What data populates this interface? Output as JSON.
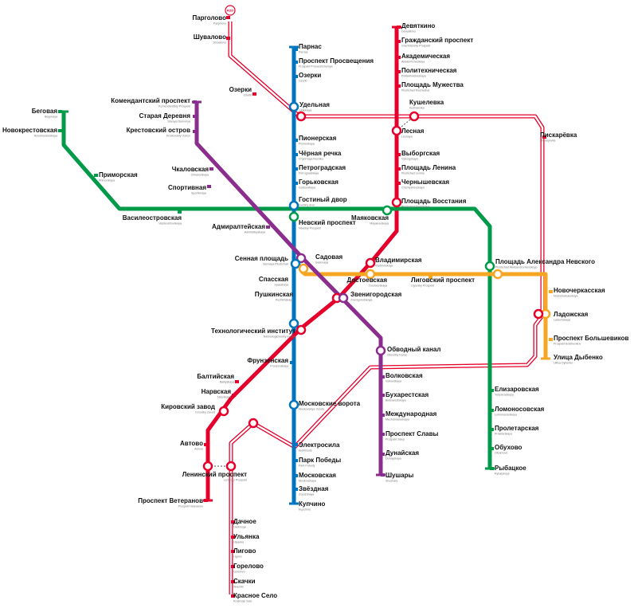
{
  "map": {
    "colors": {
      "line1": "#E4002B",
      "line2": "#0075BF",
      "line3": "#009A49",
      "line4": "#F5A623",
      "line5": "#8B2D8F",
      "rail": "#E4002B"
    },
    "lines": [
      {
        "id": "line1",
        "color": "#E4002B"
      },
      {
        "id": "line2",
        "color": "#0075BF"
      },
      {
        "id": "line3",
        "color": "#009A49"
      },
      {
        "id": "line4",
        "color": "#F5A623"
      },
      {
        "id": "line5",
        "color": "#8B2D8F"
      },
      {
        "id": "rail",
        "color": "#E4002B",
        "style": "outline"
      }
    ],
    "logo": {
      "text": "RZD",
      "icon": "rzd-logo-icon"
    },
    "stations": [
      {
        "name": "Парголово",
        "lat": "Pargolovo"
      },
      {
        "name": "Шувалово",
        "lat": "Shuvalovo"
      },
      {
        "name": "Озерки",
        "lat": "Ozerki"
      },
      {
        "name": "Парнас",
        "lat": "Parnas"
      },
      {
        "name": "Проспект Просвещения",
        "lat": "Prospekt Prosveshcheniya"
      },
      {
        "name": "Озерки",
        "lat": "Ozerki"
      },
      {
        "name": "Удельная",
        "lat": "Udelnaya"
      },
      {
        "name": "Пионерская",
        "lat": "Pionerskaya"
      },
      {
        "name": "Чёрная речка",
        "lat": "Chyornaya Rechka"
      },
      {
        "name": "Петроградская",
        "lat": "Petrogradskaya"
      },
      {
        "name": "Горьковская",
        "lat": "Gorkovskaya"
      },
      {
        "name": "Гостиный двор",
        "lat": "Gostiny dvor"
      },
      {
        "name": "Невский проспект",
        "lat": "Nevskiy Prospekt"
      },
      {
        "name": "Садовая",
        "lat": "Sadovaya"
      },
      {
        "name": "Сенная площадь",
        "lat": "Sennaya Ploshchad"
      },
      {
        "name": "Спасская",
        "lat": "Spasskaya"
      },
      {
        "name": "Пушкинская",
        "lat": "Pushkinskaya"
      },
      {
        "name": "Звенигородская",
        "lat": "Zvenigorodskaya"
      },
      {
        "name": "Технологический институт",
        "lat": "Tekhnologicheskiy Institut"
      },
      {
        "name": "Фрунзенская",
        "lat": "Frunzenskaya"
      },
      {
        "name": "Московские ворота",
        "lat": "Moskovskiye Vorota"
      },
      {
        "name": "Электросила",
        "lat": "Elektrosila"
      },
      {
        "name": "Парк Победы",
        "lat": "Park Pobedy"
      },
      {
        "name": "Московская",
        "lat": "Moskovskaya"
      },
      {
        "name": "Звёздная",
        "lat": "Zvyozdnaya"
      },
      {
        "name": "Купчино",
        "lat": "Kupchino"
      },
      {
        "name": "Девяткино",
        "lat": "Devyatkino"
      },
      {
        "name": "Гражданский проспект",
        "lat": "Grazhdansky Prospekt"
      },
      {
        "name": "Академическая",
        "lat": "Akademicheskaya"
      },
      {
        "name": "Политехническая",
        "lat": "Politekhnicheskaya"
      },
      {
        "name": "Площадь Мужества",
        "lat": "Ploshchad Muzhestva"
      },
      {
        "name": "Кушелевка",
        "lat": "Kushelevka"
      },
      {
        "name": "Лесная",
        "lat": "Lesnaya"
      },
      {
        "name": "Выборгская",
        "lat": "Vyborgskaya"
      },
      {
        "name": "Площадь Ленина",
        "lat": "Ploshchad Lenina"
      },
      {
        "name": "Чернышевская",
        "lat": "Chernyshevskaya"
      },
      {
        "name": "Площадь Восстания",
        "lat": "Ploshchad Vosstaniya"
      },
      {
        "name": "Маяковская",
        "lat": "Mayakovskaya"
      },
      {
        "name": "Владимирская",
        "lat": "Vladimirskaya"
      },
      {
        "name": "Достоевская",
        "lat": "Dostoevskaya"
      },
      {
        "name": "Лиговский проспект",
        "lat": "Ligovsky Prospekt"
      },
      {
        "name": "Пискарёвка",
        "lat": "Piskaryovka"
      },
      {
        "name": "Площадь Александра Невского",
        "lat": "Ploshchad Aleksandra Nevskogo"
      },
      {
        "name": "Новочеркасская",
        "lat": "Novocherkasskaya"
      },
      {
        "name": "Ладожская",
        "lat": "Ladozhskaya"
      },
      {
        "name": "Проспект Большевиков",
        "lat": "Prospekt Bolshevikov"
      },
      {
        "name": "Улица Дыбенко",
        "lat": "Ulitsa Dybenko"
      },
      {
        "name": "Беговая",
        "lat": "Begovaya"
      },
      {
        "name": "Новокрестовская",
        "lat": "Novokrestovskaya"
      },
      {
        "name": "Приморская",
        "lat": "Primorskaya"
      },
      {
        "name": "Василеостровская",
        "lat": "Vasileostrovskaya"
      },
      {
        "name": "Комендантский проспект",
        "lat": "Komendantskiy Prospekt"
      },
      {
        "name": "Старая Деревня",
        "lat": "Staraya Derevnya"
      },
      {
        "name": "Крестовский остров",
        "lat": "Krestovskiy Ostrov"
      },
      {
        "name": "Чкаловская",
        "lat": "Chkalovskaya"
      },
      {
        "name": "Спортивная",
        "lat": "Sportivnaya"
      },
      {
        "name": "Адмиралтейская",
        "lat": "Admiralteyskaya"
      },
      {
        "name": "Обводный канал",
        "lat": "Obvodny Kanal"
      },
      {
        "name": "Волковская",
        "lat": "Volkovskaya"
      },
      {
        "name": "Бухарестская",
        "lat": "Bukharestskaya"
      },
      {
        "name": "Международная",
        "lat": "Mezhdunarodnaya"
      },
      {
        "name": "Проспект Славы",
        "lat": "Prospekt Slavy"
      },
      {
        "name": "Дунайская",
        "lat": "Dunayskaya"
      },
      {
        "name": "Шушары",
        "lat": "Shushary"
      },
      {
        "name": "Елизаровская",
        "lat": "Yelizarovskaya"
      },
      {
        "name": "Ломоносовская",
        "lat": "Lomonosovskaya"
      },
      {
        "name": "Пролетарская",
        "lat": "Proletarskaya"
      },
      {
        "name": "Обухово",
        "lat": "Obukhovo"
      },
      {
        "name": "Рыбацкое",
        "lat": "Rybatskoye"
      },
      {
        "name": "Балтийская",
        "lat": "Baltiyskaya"
      },
      {
        "name": "Нарвская",
        "lat": "Narvskaya"
      },
      {
        "name": "Кировский завод",
        "lat": "Kirovsky Zavod"
      },
      {
        "name": "Автово",
        "lat": "Avtovo"
      },
      {
        "name": "Ленинский проспект",
        "lat": "Leninsky Prospekt"
      },
      {
        "name": "Проспект Ветеранов",
        "lat": "Prospekt Veteranov"
      },
      {
        "name": "Дачное",
        "lat": "Dachnoye"
      },
      {
        "name": "Ульянка",
        "lat": "Ulyanka"
      },
      {
        "name": "Лигово",
        "lat": "Ligovo"
      },
      {
        "name": "Горелово",
        "lat": "Gorelovo"
      },
      {
        "name": "Скачки",
        "lat": "Skachki"
      },
      {
        "name": "Красное Село",
        "lat": "Krasnoye Selo"
      }
    ]
  }
}
